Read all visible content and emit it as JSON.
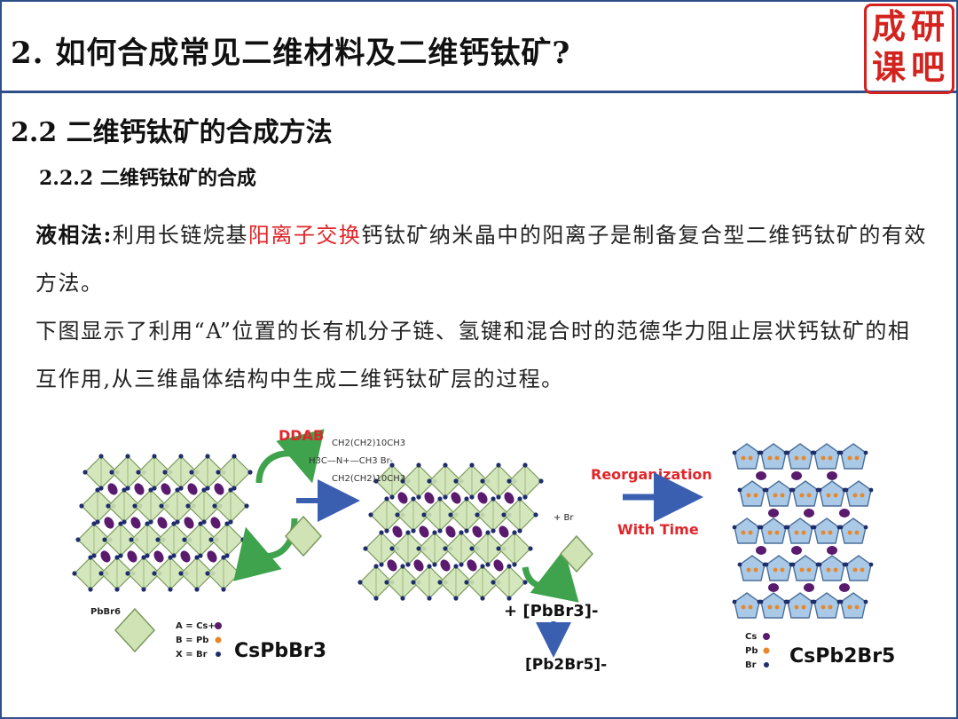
{
  "header": {
    "title": "2. 如何合成常见二维材料及二维钙钛矿?",
    "seal_chars": [
      "成",
      "研",
      "课",
      "吧"
    ]
  },
  "section": {
    "heading": "2.2 二维钙钛矿的合成方法",
    "subheading": "2.2.2 二维钙钛矿的合成"
  },
  "paragraph1": {
    "lead": "液相法:",
    "before": "利用长链烷基",
    "highlight": "阳离子交换",
    "after": "钙钛矿纳米晶中的阳离子是制备复合型二维钙钛矿的有效方法。"
  },
  "paragraph2": "下图显示了利用“A”位置的长有机分子链、氢键和混合时的范德华力阻止层状钙钛矿的相互作用,从三维晶体结构中生成二维钙钛矿层的过程。",
  "colors": {
    "frame": "#2f4f8a",
    "accent_red": "#e0262a",
    "octahedron_green": "#cfe3b5",
    "octahedron_blue": "#a9c9e6",
    "cs_purple": "#5a1a6e",
    "pb_orange": "#e8862a",
    "br_navy": "#1f2e6b",
    "arrow_blue": "#3a5fb0",
    "arrow_green": "#3fa34d"
  },
  "figure": {
    "reagent": "DDAB",
    "formula_top": "CH2(CH2)10CH3",
    "formula_mid": "H3C—N+—CH3   Br-",
    "formula_bottom": "CH2(CH2)10CH3",
    "arrow_label_1": "Reorganization",
    "arrow_label_2": "With Time",
    "plus_br": "+ Br",
    "octahedron_label": "PbBr6",
    "legend_left": [
      "A = Cs+",
      "B = Pb",
      "X = Br"
    ],
    "compound_left": "CsPbBr3",
    "byproduct": "+  [PbBr3]-",
    "byproduct_product": "[Pb2Br5]-",
    "legend_right": [
      "Cs",
      "Pb",
      "Br"
    ],
    "compound_right": "CsPb2Br5"
  }
}
